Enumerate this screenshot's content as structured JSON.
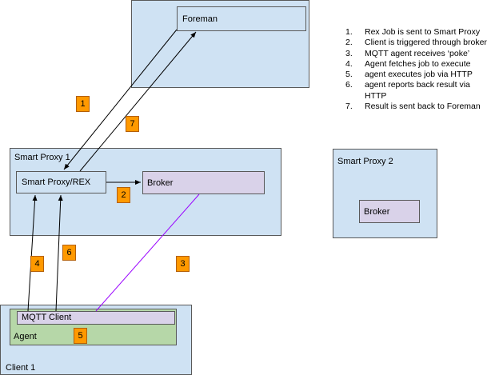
{
  "nodes": {
    "foreman_box": "",
    "foreman": "Foreman",
    "smart_proxy_1": "Smart Proxy 1",
    "smart_proxy_rex": "Smart Proxy/REX",
    "broker_1": "Broker",
    "smart_proxy_2": "Smart Proxy 2",
    "broker_2": "Broker",
    "client_1": "Client 1",
    "agent": "Agent",
    "mqtt_client": "MQTT Client"
  },
  "badges": [
    "1",
    "2",
    "3",
    "4",
    "5",
    "6",
    "7"
  ],
  "legend": [
    {
      "num": "1.",
      "text": "Rex Job is sent to Smart Proxy"
    },
    {
      "num": "2.",
      "text": "Client is triggered through broker"
    },
    {
      "num": "3.",
      "text": "MQTT agent receives ‘poke’"
    },
    {
      "num": "4.",
      "text": "Agent fetches job to execute"
    },
    {
      "num": "5.",
      "text": "agent executes job via HTTP"
    },
    {
      "num": "6.",
      "text": "agent reports back result via"
    },
    {
      "num": "",
      "text": "HTTP"
    },
    {
      "num": "7.",
      "text": "Result is sent back to Foreman"
    }
  ],
  "colors": {
    "container": "#cfe2f3",
    "broker": "#d9d2e9",
    "agent": "#b6d7a8",
    "badge": "#ff9900",
    "poke_line": "#9900ff"
  }
}
